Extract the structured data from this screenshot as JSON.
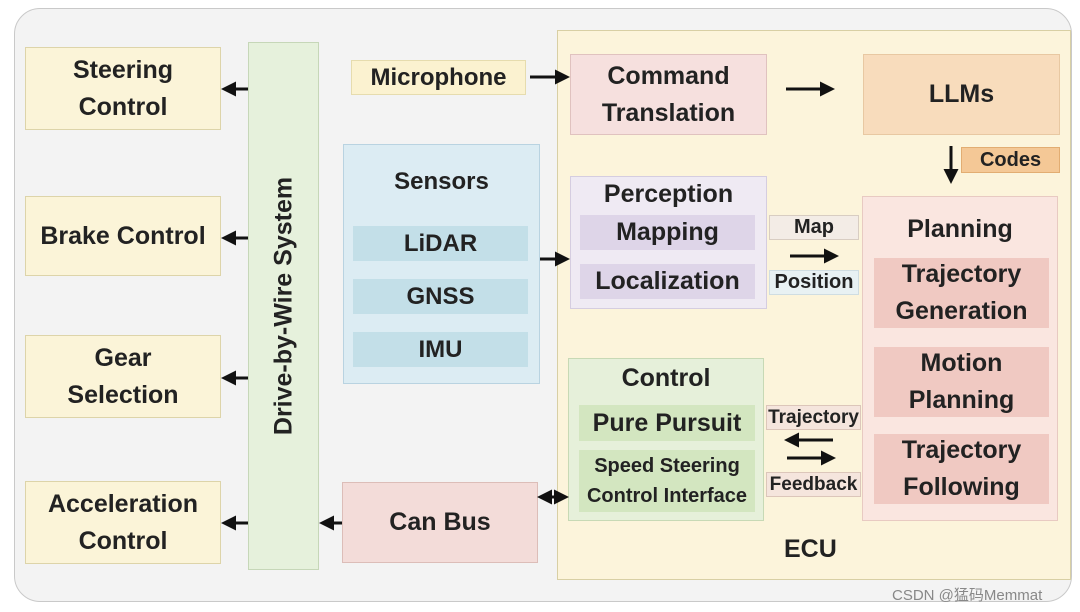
{
  "outputs": {
    "steering": "Steering\nControl",
    "brake": "Brake Control",
    "gear": "Gear\nSelection",
    "accel": "Acceleration\nControl"
  },
  "dbw_label": "Drive-by-Wire System",
  "microphone": "Microphone",
  "sensors": {
    "title": "Sensors",
    "items": [
      "LiDAR",
      "GNSS",
      "IMU"
    ]
  },
  "can_bus": "Can Bus",
  "ecu": {
    "label": "ECU",
    "command_translation": "Command\nTranslation",
    "llms": "LLMs",
    "codes": "Codes",
    "perception": {
      "title": "Perception",
      "items": [
        "Mapping",
        "Localization"
      ]
    },
    "map_label": "Map",
    "position_label": "Position",
    "planning": {
      "title": "Planning",
      "items": [
        "Trajectory\nGeneration",
        "Motion\nPlanning",
        "Trajectory\nFollowing"
      ]
    },
    "control": {
      "title": "Control",
      "items": [
        "Pure Pursuit",
        "Speed Steering\nControl Interface"
      ]
    },
    "trajectory_label": "Trajectory",
    "feedback_label": "Feedback"
  },
  "watermark": "CSDN @猛码Memmat",
  "colors": {
    "output_fill": "#fbf4d8",
    "dbw_fill": "#e6f1dc",
    "sensor_fill": "#dcecf3",
    "ecu_fill": "#fcf4db",
    "pink_fill": "#f6e0de",
    "llm_fill": "#f8dcbc",
    "codes_fill": "#f4c896",
    "perception_fill": "#efeaf3",
    "control_fill": "#e6f0da"
  }
}
